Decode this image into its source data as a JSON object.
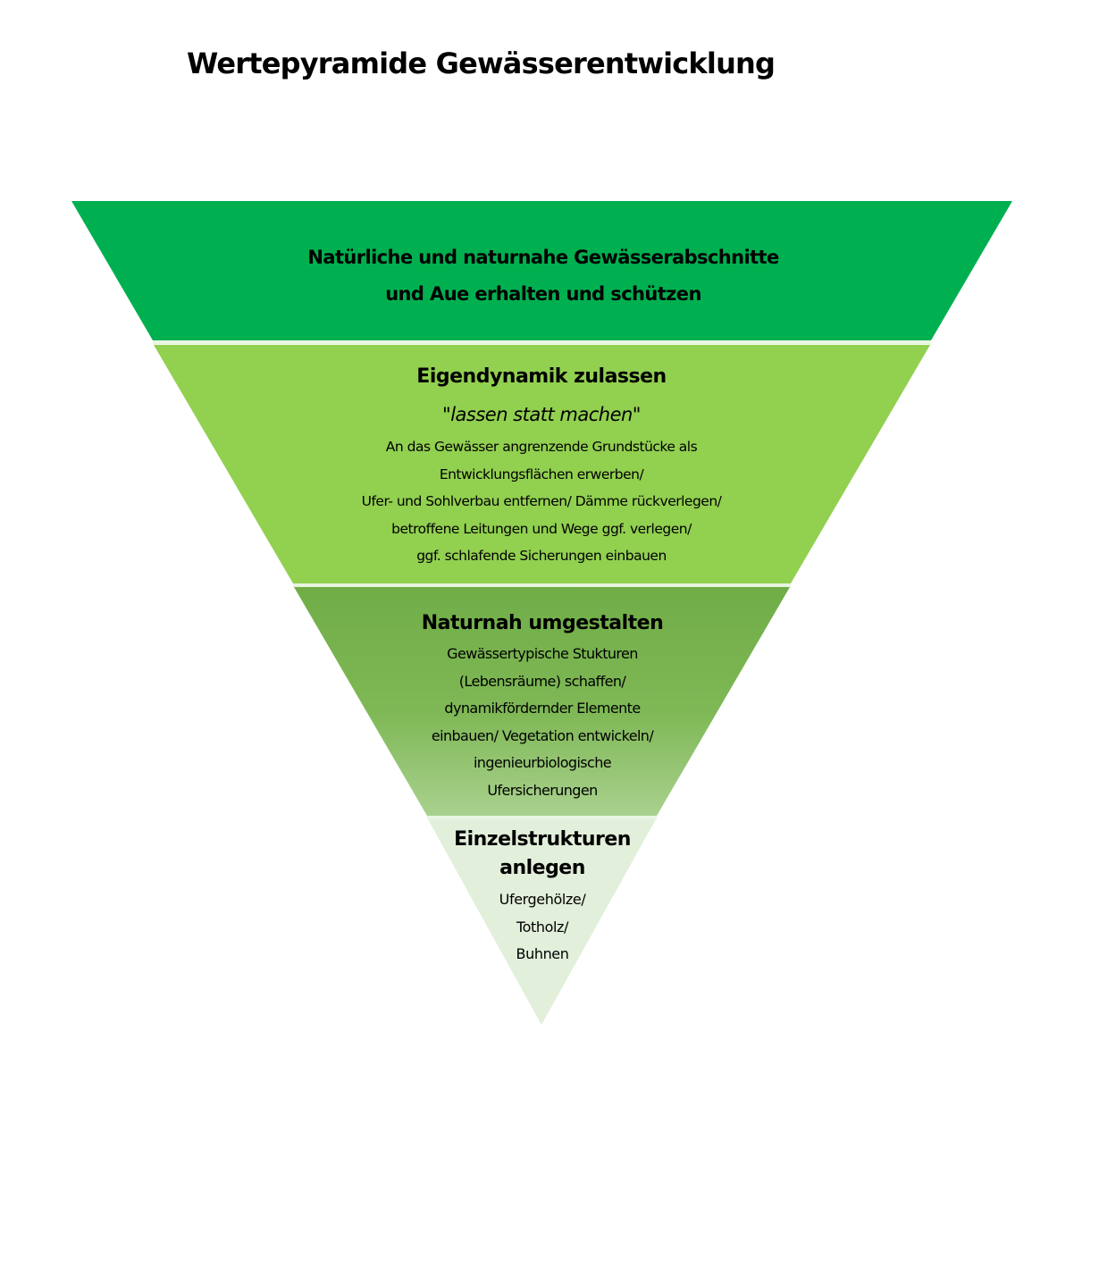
{
  "title": "Wertepyramide Gewässerentwicklung",
  "colors": {
    "level1": "#00b050",
    "level2": "#92d050",
    "level3_top": "#70ad47",
    "level3_bottom": "#a9d18e",
    "level4": "#e2efda",
    "separator": "#e8f5e0"
  },
  "levels": [
    {
      "heading_lines": [
        "Natürliche und naturnahe Gewässerabschnitte",
        "und Aue erhalten und schützen"
      ]
    },
    {
      "heading": "Eigendynamik zulassen",
      "motto": "\"lassen statt machen\"",
      "body_lines": [
        "An das Gewässer angrenzende Grundstücke als",
        "Entwicklungsflächen erwerben/",
        "Ufer- und Sohlverbau entfernen/ Dämme rückverlegen/",
        "betroffene Leitungen und Wege ggf. verlegen/",
        "ggf. schlafende Sicherungen einbauen"
      ]
    },
    {
      "heading": "Naturnah umgestalten",
      "body_lines": [
        "Gewässertypische Stukturen",
        "(Lebensräume) schaffen/",
        "dynamikfördernder Elemente",
        "einbauen/ Vegetation entwickeln/",
        "ingenieurbiologische",
        "Ufersicherungen"
      ]
    },
    {
      "heading_lines": [
        "Einzelstrukturen",
        "anlegen"
      ],
      "body_lines": [
        "Ufergehölze/",
        "Totholz/",
        "Buhnen"
      ]
    }
  ]
}
